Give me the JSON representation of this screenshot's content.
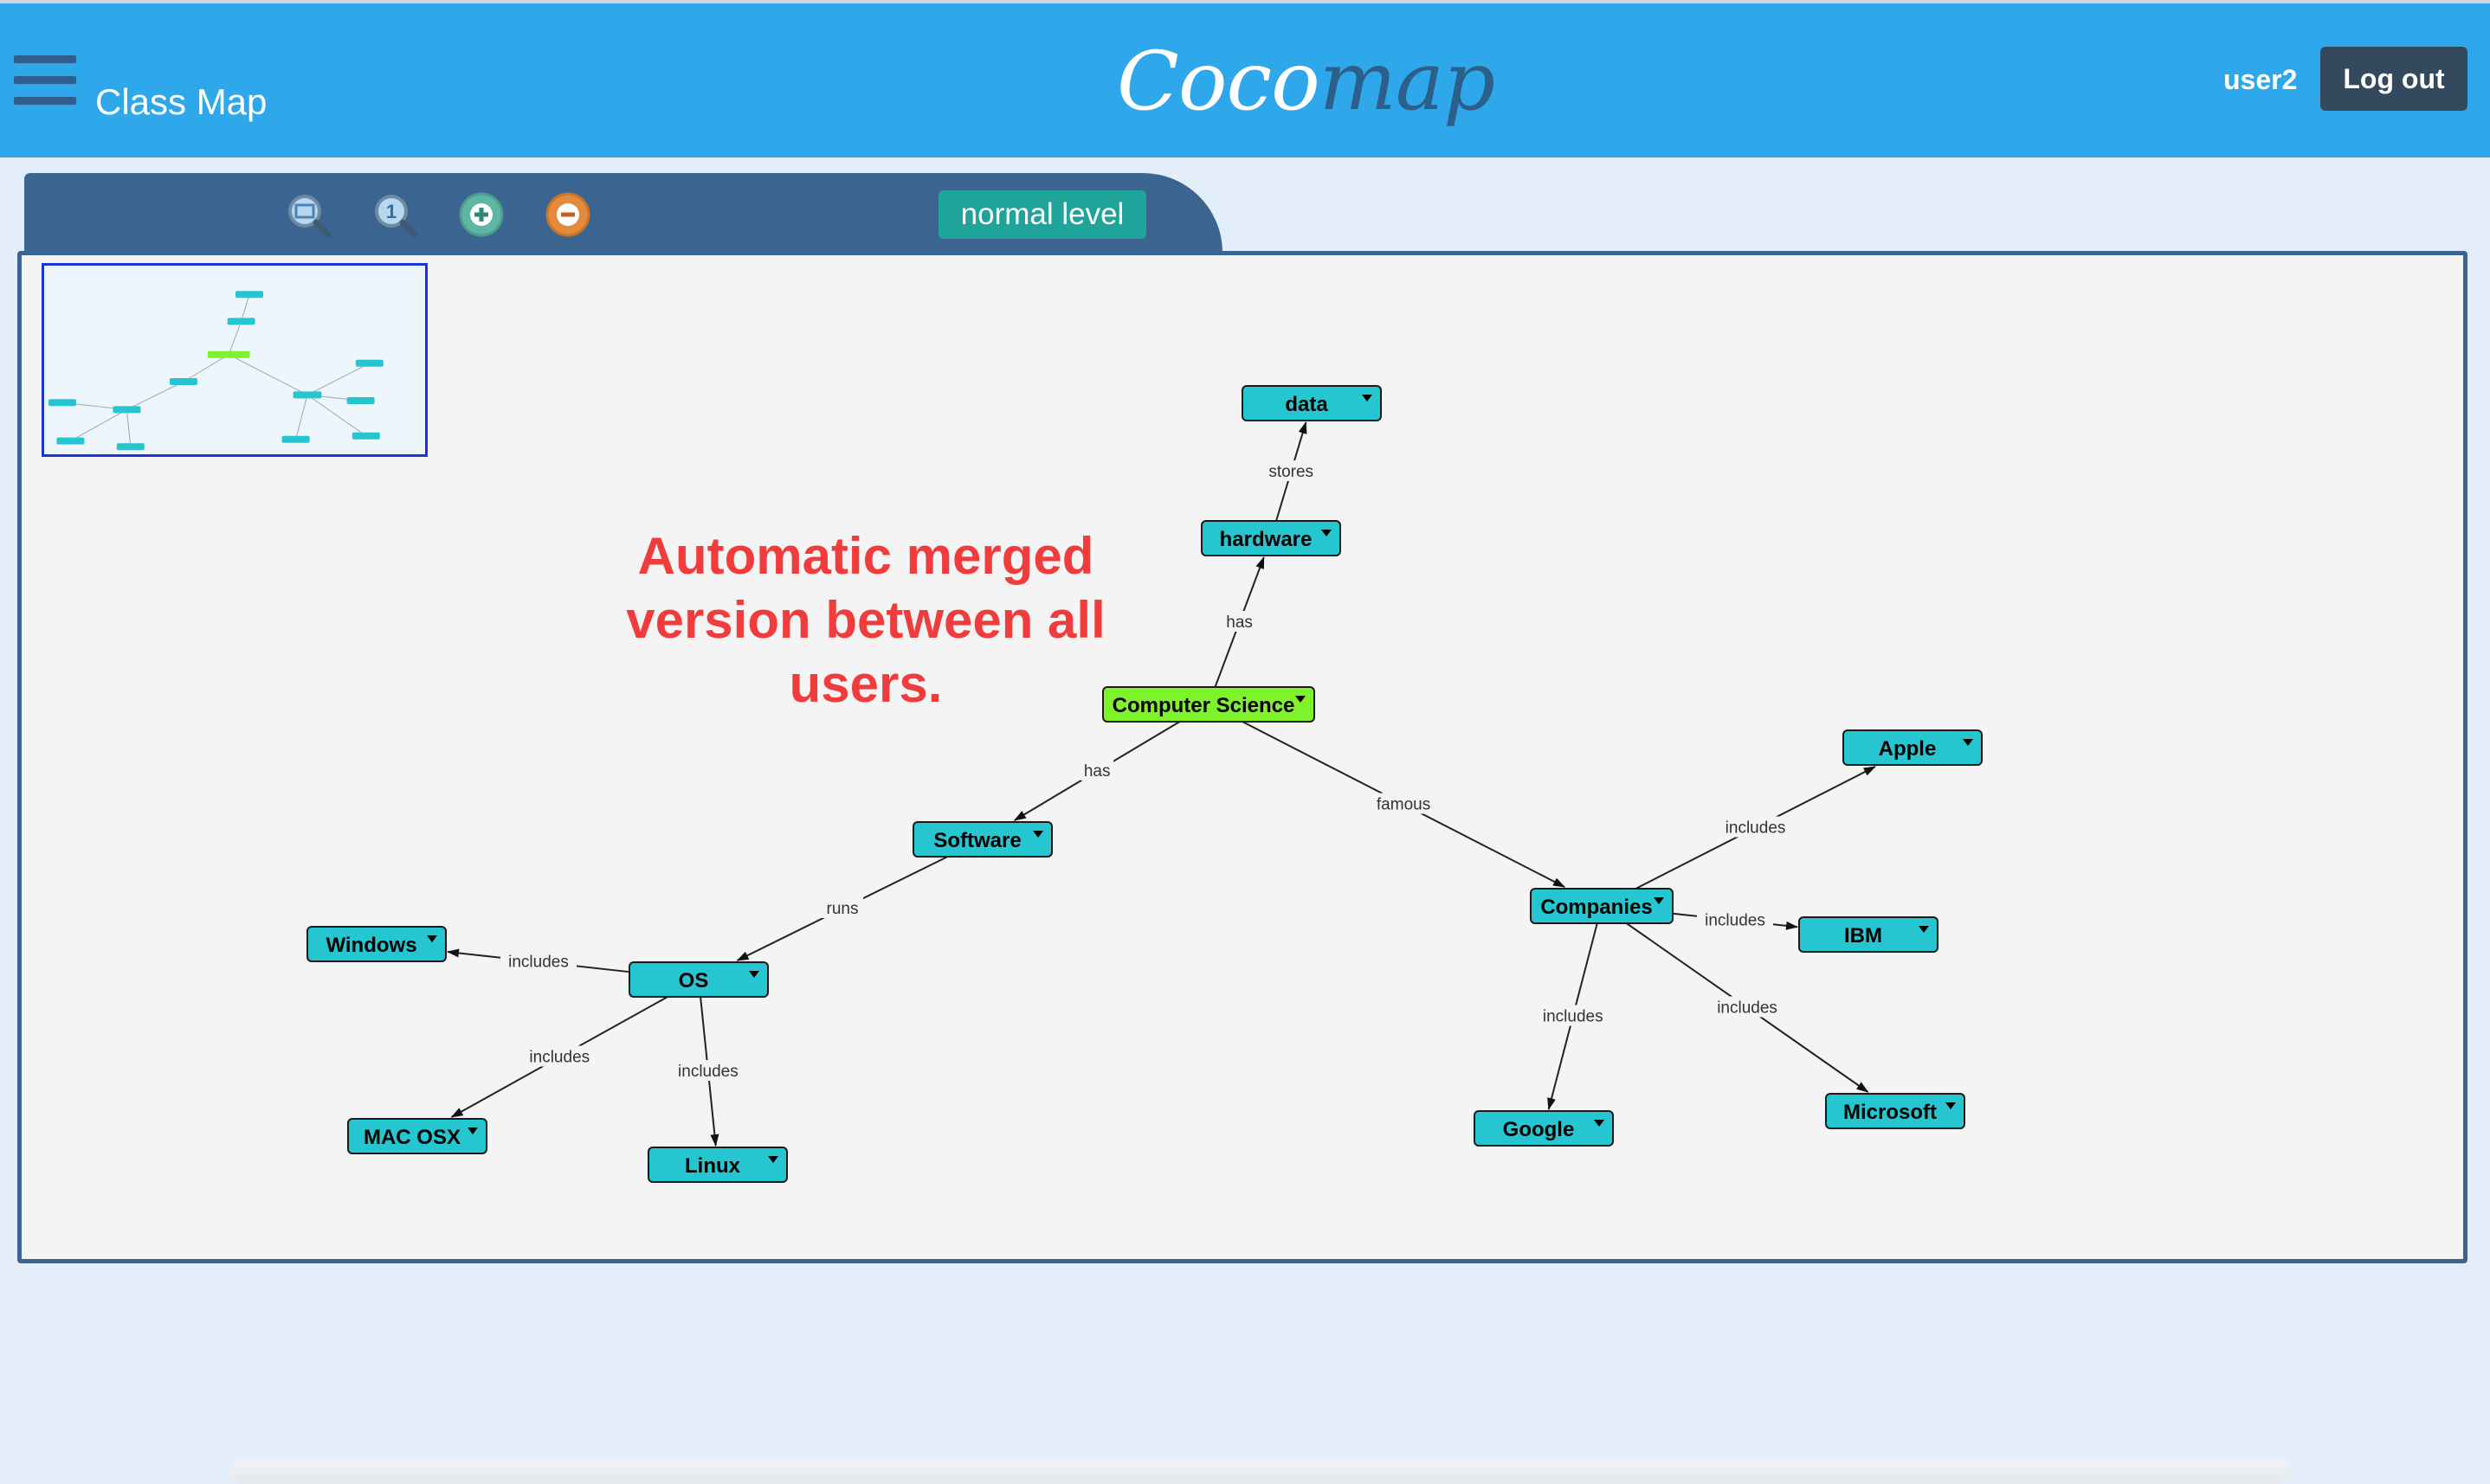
{
  "header": {
    "page_title": "Class Map",
    "logo_part1": "Coco",
    "logo_part2": "map",
    "username": "user2",
    "logout_label": "Log out",
    "colors": {
      "bar": "#2ea8ea",
      "logout_bg": "#34495e"
    }
  },
  "toolbar": {
    "icons": [
      "zoom-fit-icon",
      "zoom-reset-icon",
      "zoom-in-icon",
      "zoom-out-icon"
    ],
    "level_label": "normal level"
  },
  "annotation": {
    "line1": "Automatic merged",
    "line2": "version between all",
    "line3": "users."
  },
  "map": {
    "root_color": "#7ef22a",
    "node_color": "#25c6cf",
    "nodes": [
      {
        "id": "data",
        "label": "data"
      },
      {
        "id": "hardware",
        "label": "hardware"
      },
      {
        "id": "cs",
        "label": "Computer Science",
        "root": true
      },
      {
        "id": "software",
        "label": "Software"
      },
      {
        "id": "os",
        "label": "OS"
      },
      {
        "id": "windows",
        "label": "Windows"
      },
      {
        "id": "macosx",
        "label": "MAC OSX"
      },
      {
        "id": "linux",
        "label": "Linux"
      },
      {
        "id": "companies",
        "label": "Companies"
      },
      {
        "id": "apple",
        "label": "Apple"
      },
      {
        "id": "ibm",
        "label": "IBM"
      },
      {
        "id": "google",
        "label": "Google"
      },
      {
        "id": "microsoft",
        "label": "Microsoft"
      }
    ],
    "edges": [
      {
        "from": "hardware",
        "to": "data",
        "label": "stores"
      },
      {
        "from": "cs",
        "to": "hardware",
        "label": "has"
      },
      {
        "from": "cs",
        "to": "software",
        "label": "has"
      },
      {
        "from": "cs",
        "to": "companies",
        "label": "famous"
      },
      {
        "from": "software",
        "to": "os",
        "label": "runs"
      },
      {
        "from": "os",
        "to": "windows",
        "label": "includes"
      },
      {
        "from": "os",
        "to": "macosx",
        "label": "includes"
      },
      {
        "from": "os",
        "to": "linux",
        "label": "includes"
      },
      {
        "from": "companies",
        "to": "apple",
        "label": "includes"
      },
      {
        "from": "companies",
        "to": "ibm",
        "label": "includes"
      },
      {
        "from": "companies",
        "to": "google",
        "label": "includes"
      },
      {
        "from": "companies",
        "to": "microsoft",
        "label": "includes"
      }
    ]
  }
}
